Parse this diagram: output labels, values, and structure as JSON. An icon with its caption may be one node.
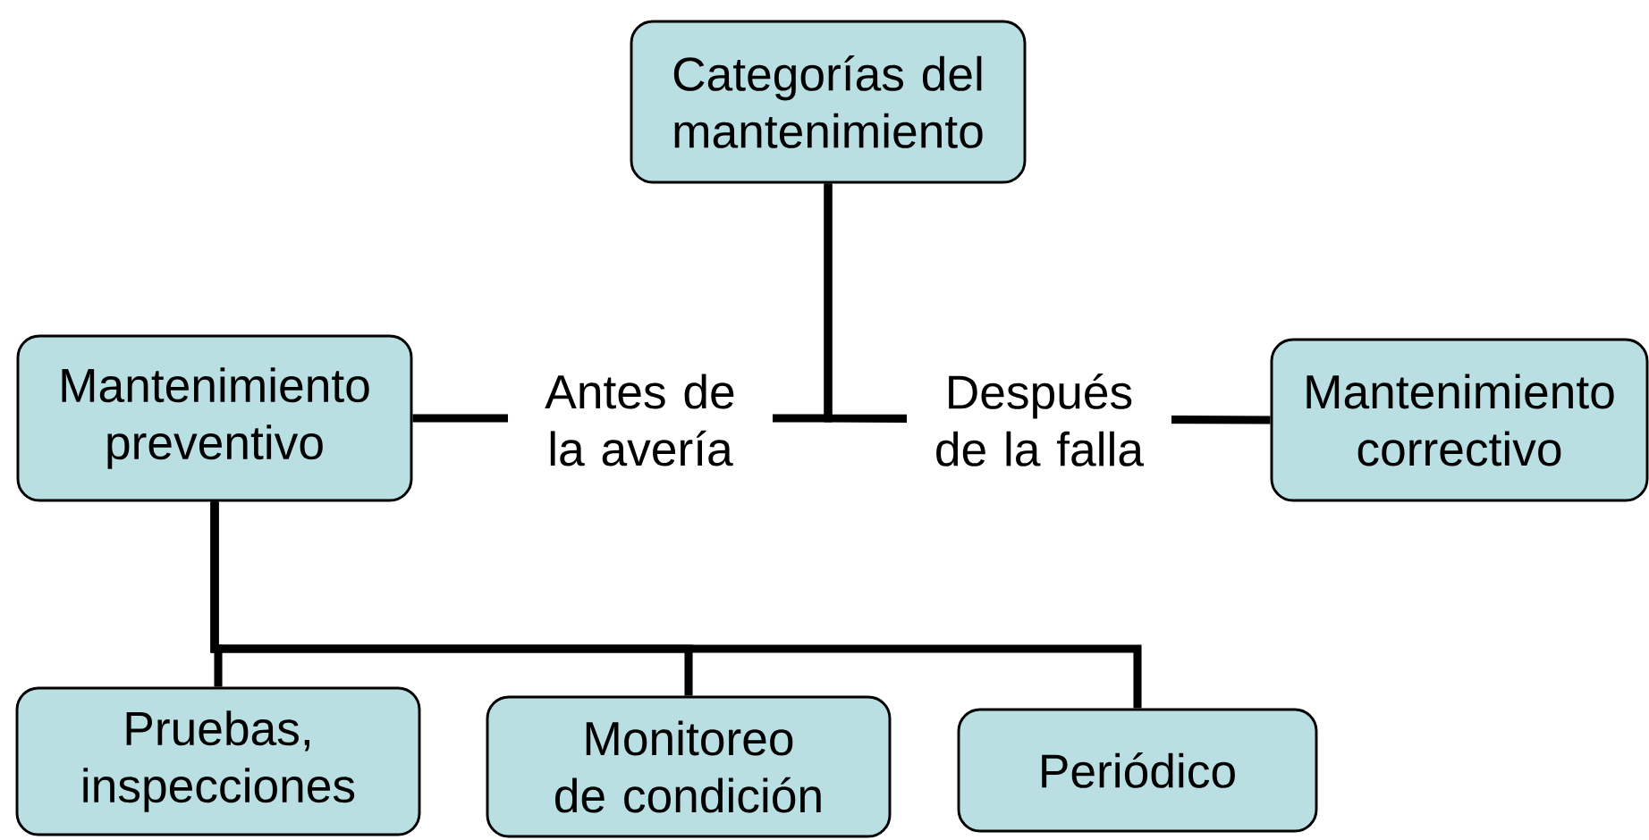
{
  "diagram": {
    "nodes": [
      {
        "text": [
          "Categorías del mantenimiento"
        ]
      },
      {
        "text": [
          "Mantenimiento preventivo"
        ]
      },
      {
        "text": [
          "Mantenimiento correctivo"
        ]
      },
      {
        "text": [
          "Pruebas, inspecciones"
        ]
      },
      {
        "text": [
          "Monitoreo de condición"
        ]
      },
      {
        "text": [
          "Periódico"
        ]
      }
    ],
    "edges": [
      {
        "from": 0,
        "to": 1,
        "arrow": "none",
        "label": "Antes de la avería"
      },
      {
        "from": 0,
        "to": 2,
        "arrow": "none",
        "label": "Después de la falla"
      },
      {
        "from": 1,
        "to": 3,
        "arrow": "none"
      },
      {
        "from": 1,
        "to": 4,
        "arrow": "none"
      },
      {
        "from": 1,
        "to": 5,
        "arrow": "none"
      }
    ]
  }
}
